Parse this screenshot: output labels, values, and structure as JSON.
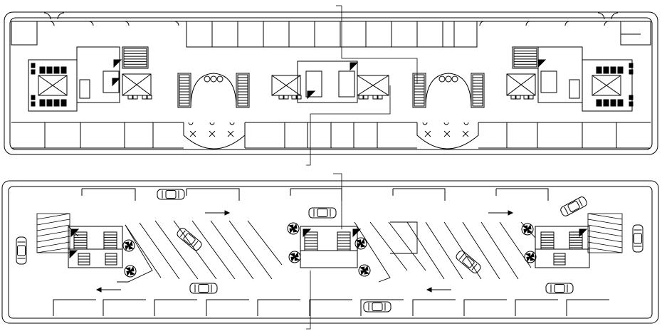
{
  "drawing": {
    "type": "architectural floor plan (CAD linework)",
    "ink_color": "#000000",
    "background": "#ffffff",
    "upper_plan": {
      "kind": "commercial floor with shop units, three service cores with stairs, lifts and washrooms, two curved atrium bays with escalators",
      "service_cores": 3,
      "atrium_bays": 2,
      "shop_rows": 2,
      "section_markers": 2
    },
    "lower_plan": {
      "kind": "basement parking floor with angled parking stalls, drive aisles with direction arrows, three service cores, ramps",
      "service_cores": 3,
      "ramps": 2,
      "cars_shown": 10,
      "direction_arrows": 4
    }
  }
}
